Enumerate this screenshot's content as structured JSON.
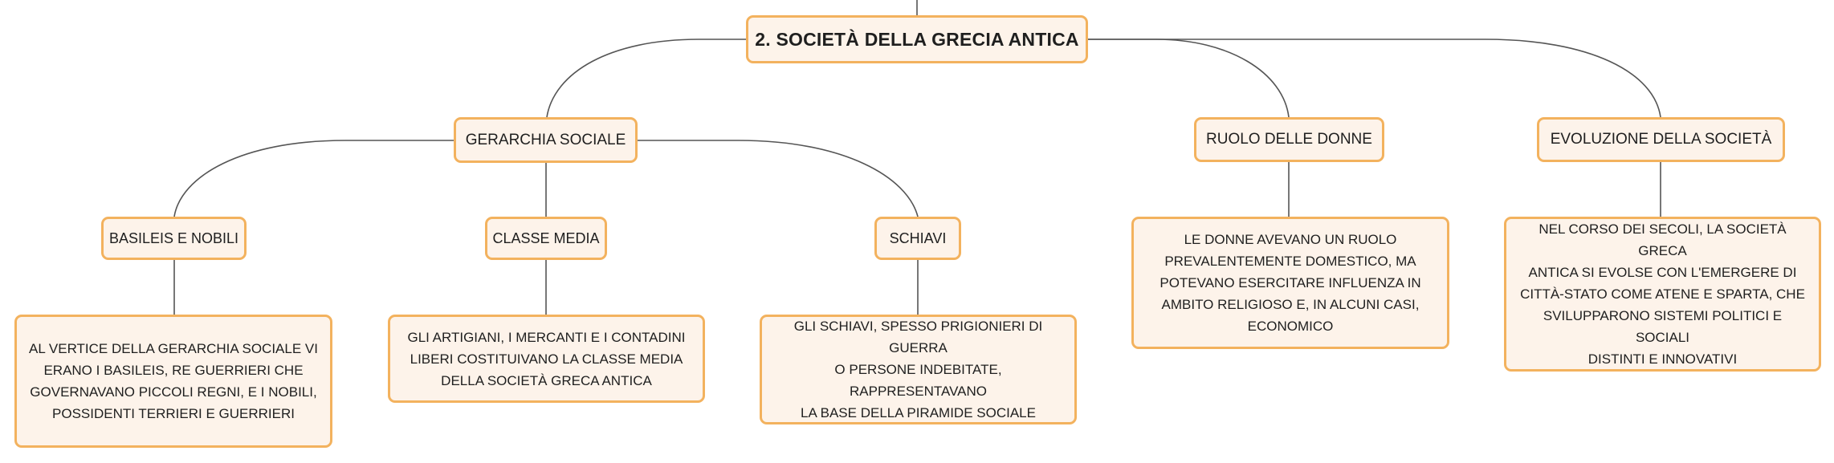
{
  "colors": {
    "node_fill": "#fdf3ea",
    "node_border": "#f3b25e",
    "text": "#1f1f1f",
    "connector": "#555555"
  },
  "root": {
    "label": "2. SOCIETÀ DELLA GRECIA ANTICA"
  },
  "branches": {
    "gerarchia": {
      "label": "GERARCHIA SOCIALE",
      "children": {
        "basileis": {
          "label": "BASILEIS E NOBILI",
          "detail": "AL VERTICE DELLA GERARCHIA SOCIALE VI\nERANO I BASILEIS, RE GUERRIERI CHE\nGOVERNAVANO PICCOLI REGNI, E I NOBILI,\nPOSSIDENTI TERRIERI E GUERRIERI"
        },
        "classe_media": {
          "label": "CLASSE MEDIA",
          "detail": "GLI ARTIGIANI, I MERCANTI E I CONTADINI\nLIBERI COSTITUIVANO LA CLASSE MEDIA\nDELLA SOCIETÀ GRECA ANTICA"
        },
        "schiavi": {
          "label": "SCHIAVI",
          "detail": "GLI SCHIAVI, SPESSO PRIGIONIERI DI GUERRA\nO PERSONE INDEBITATE, RAPPRESENTAVANO\nLA BASE DELLA PIRAMIDE SOCIALE"
        }
      }
    },
    "donne": {
      "label": "RUOLO DELLE DONNE",
      "detail": "LE DONNE AVEVANO UN RUOLO\nPREVALENTEMENTE DOMESTICO, MA\nPOTEVANO ESERCITARE INFLUENZA IN\nAMBITO RELIGIOSO E, IN ALCUNI CASI,\nECONOMICO"
    },
    "evoluzione": {
      "label": "EVOLUZIONE DELLA SOCIETÀ",
      "detail": "NEL CORSO DEI SECOLI, LA SOCIETÀ GRECA\nANTICA SI EVOLSE CON L'EMERGERE DI\nCITTÀ-STATO COME ATENE E SPARTA, CHE\nSVILUPPARONO SISTEMI POLITICI E SOCIALI\nDISTINTI E INNOVATIVI"
    }
  }
}
